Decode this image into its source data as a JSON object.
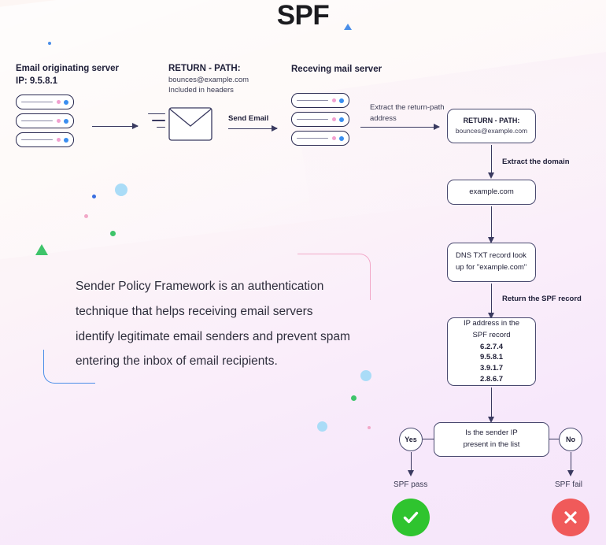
{
  "title": "SPF",
  "colors": {
    "pass": "#2fc42f",
    "fail": "#f05a5a",
    "ink": "#1d1d35",
    "stroke": "#4a4a70",
    "accent_blue": "#3a8ef0",
    "accent_pink": "#f2a0d0",
    "bg_top": "#fdf6f4",
    "bg_bottom": "#f6e6fa"
  },
  "source": {
    "server_label": "Email originating server",
    "ip_label": "IP: 9.5.8.1"
  },
  "return_path_note": {
    "heading": "RETURN - PATH:",
    "address": "bounces@example.com",
    "note": "Included in headers"
  },
  "send_arrow_label": "Send Email",
  "receiver": {
    "label": "Receving mail server"
  },
  "edges": {
    "extract_return_path": "Extract the return-path address",
    "extract_domain": "Extract the domain",
    "return_spf_record": "Return the SPF record"
  },
  "flow": {
    "return_path_box": {
      "title": "RETURN - PATH:",
      "subtitle": "bounces@example.com"
    },
    "domain_box": {
      "text": "example.com"
    },
    "dns_box": {
      "line1": "DNS TXT record look",
      "line2": "up for \"example.com\""
    },
    "spf_record_box": {
      "line1": "IP address in the",
      "line2": "SPF record",
      "ips": [
        "6.2.7.4",
        "9.5.8.1",
        "3.9.1.7",
        "2.8.6.7"
      ]
    },
    "decision": {
      "line1": "Is the sender IP",
      "line2": "present in the list",
      "yes_label": "Yes",
      "no_label": "No"
    },
    "outcomes": {
      "pass_label": "SPF pass",
      "fail_label": "SPF fail",
      "pass_icon": "check-icon",
      "fail_icon": "cross-icon"
    }
  },
  "description": {
    "text": "Sender Policy Framework is an authentication technique that helps receiving email servers identify legitimate email senders and prevent spam entering the inbox of email recipients."
  },
  "icons": {
    "server_rack": "server-rack-icon",
    "envelope": "envelope-icon"
  }
}
